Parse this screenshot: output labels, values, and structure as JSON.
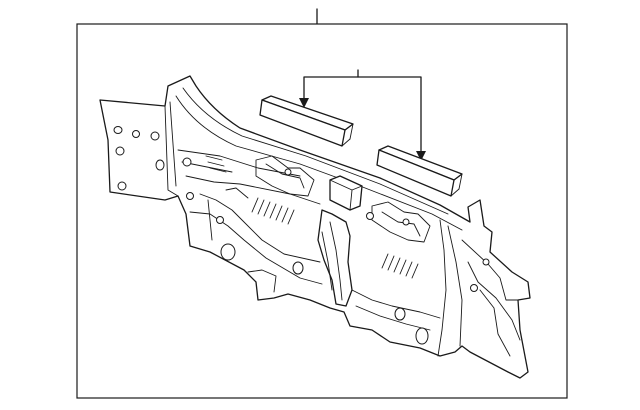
{
  "diagram": {
    "background": "#ffffff",
    "line_color": "#1a1a1a",
    "callouts": [
      {
        "id": "assembly",
        "target": "frame"
      },
      {
        "id": "reinforcements",
        "target": "two-brackets"
      }
    ]
  }
}
